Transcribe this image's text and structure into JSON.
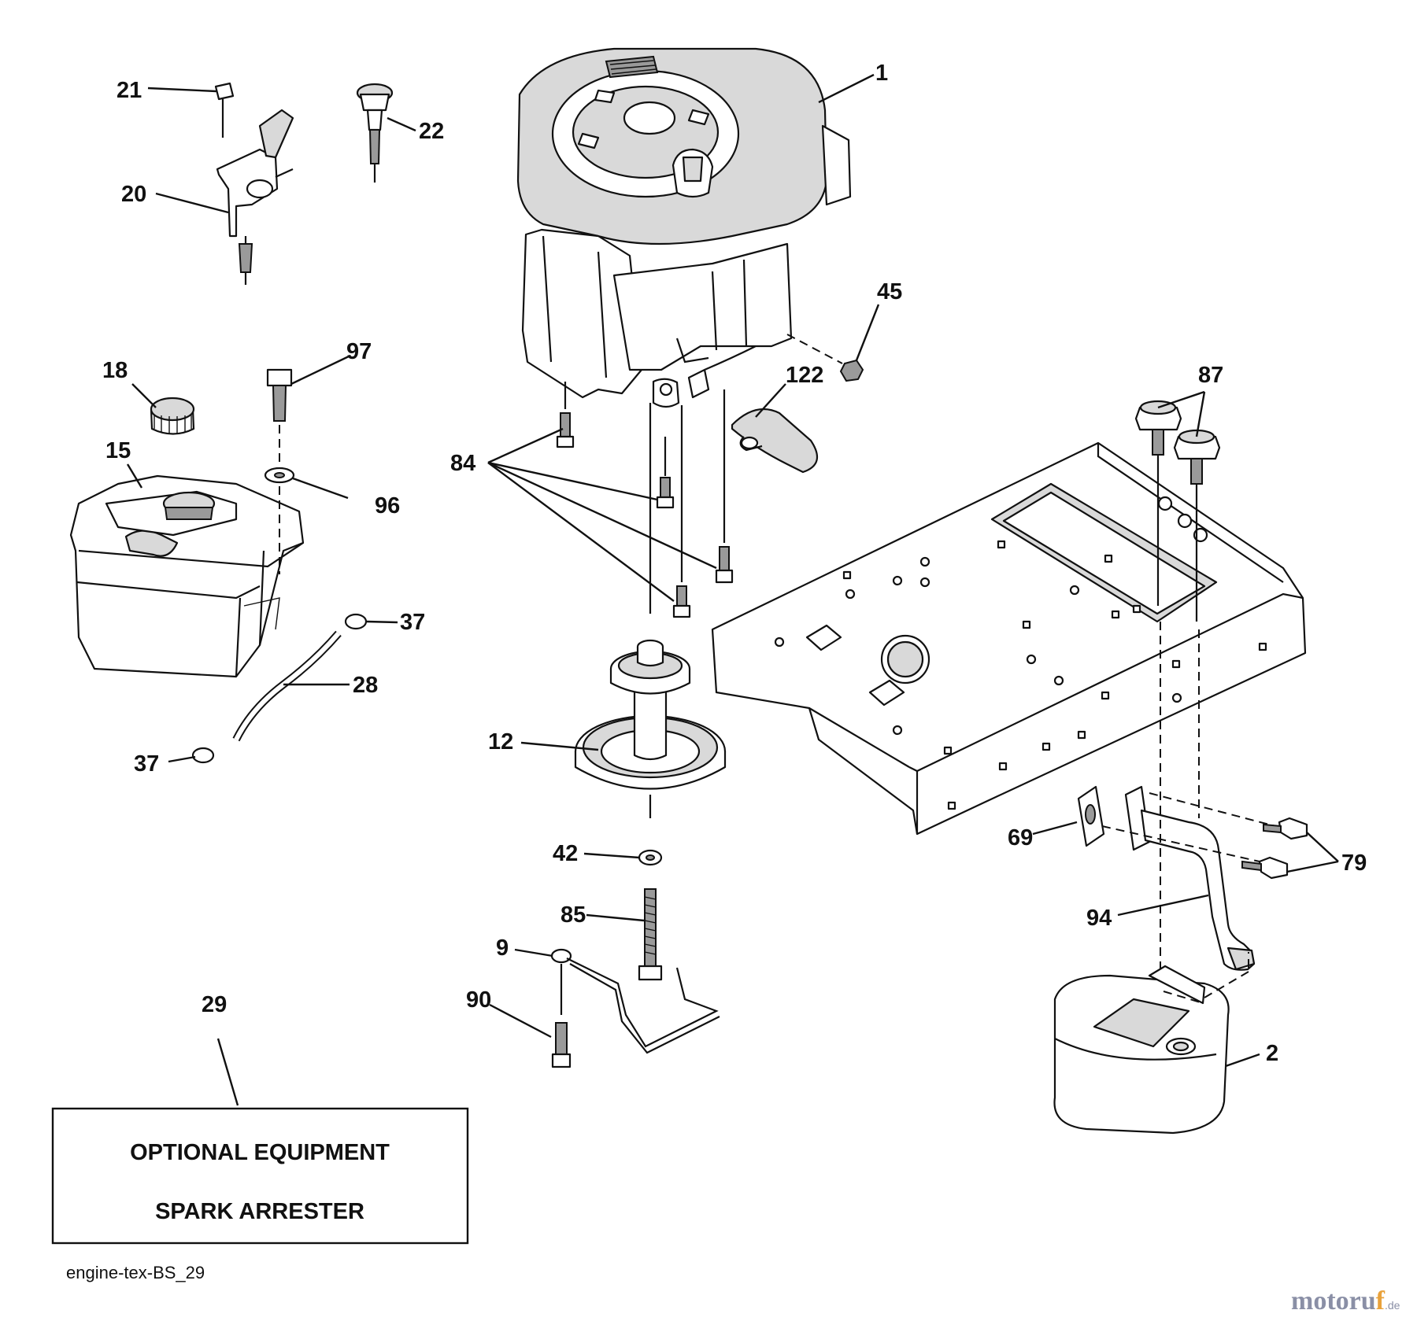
{
  "diagram": {
    "callouts": [
      "1",
      "2",
      "9",
      "12",
      "15",
      "18",
      "20",
      "21",
      "22",
      "28",
      "29",
      "37",
      "37",
      "42",
      "45",
      "69",
      "79",
      "84",
      "85",
      "87",
      "90",
      "94",
      "96",
      "97",
      "122"
    ],
    "optional_box": {
      "line1": "OPTIONAL EQUIPMENT",
      "line2": "SPARK ARRESTER"
    },
    "drawing_code": "engine-tex-BS_29",
    "watermark": {
      "brand_main": "motoru",
      "brand_accent": "f",
      "domain": ".de"
    }
  }
}
